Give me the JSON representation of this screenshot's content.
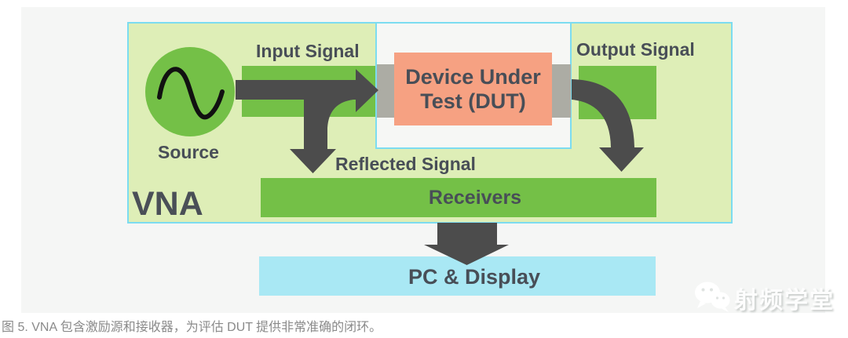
{
  "diagram": {
    "vna_label": "VNA",
    "source_label": "Source",
    "input_signal_label": "Input Signal",
    "output_signal_label": "Output Signal",
    "reflected_signal_label": "Reflected Signal",
    "dut_line1": "Device Under",
    "dut_line2": "Test (DUT)",
    "receivers_label": "Receivers",
    "pc_display_label": "PC & Display"
  },
  "caption": "图 5. VNA 包含激励源和接收器，为评估 DUT 提供非常准确的闭环。",
  "watermark": {
    "text": "射频学堂",
    "icon": "wechat-icon"
  },
  "icons": {
    "source_symbol": "sine-wave-icon"
  },
  "colors": {
    "panel_background": "#f5f6f5",
    "vna_fill": "#deeeb7",
    "vna_border": "#7cdcf0",
    "signal_bar_green": "#74c047",
    "dut_fill": "#f6a182",
    "connector_gray": "#acaca4",
    "arrow_dark": "#4c4c4c",
    "pc_box_cyan": "#a9e8f4",
    "label_text": "#484e57",
    "caption_text": "#8a8a8a"
  }
}
